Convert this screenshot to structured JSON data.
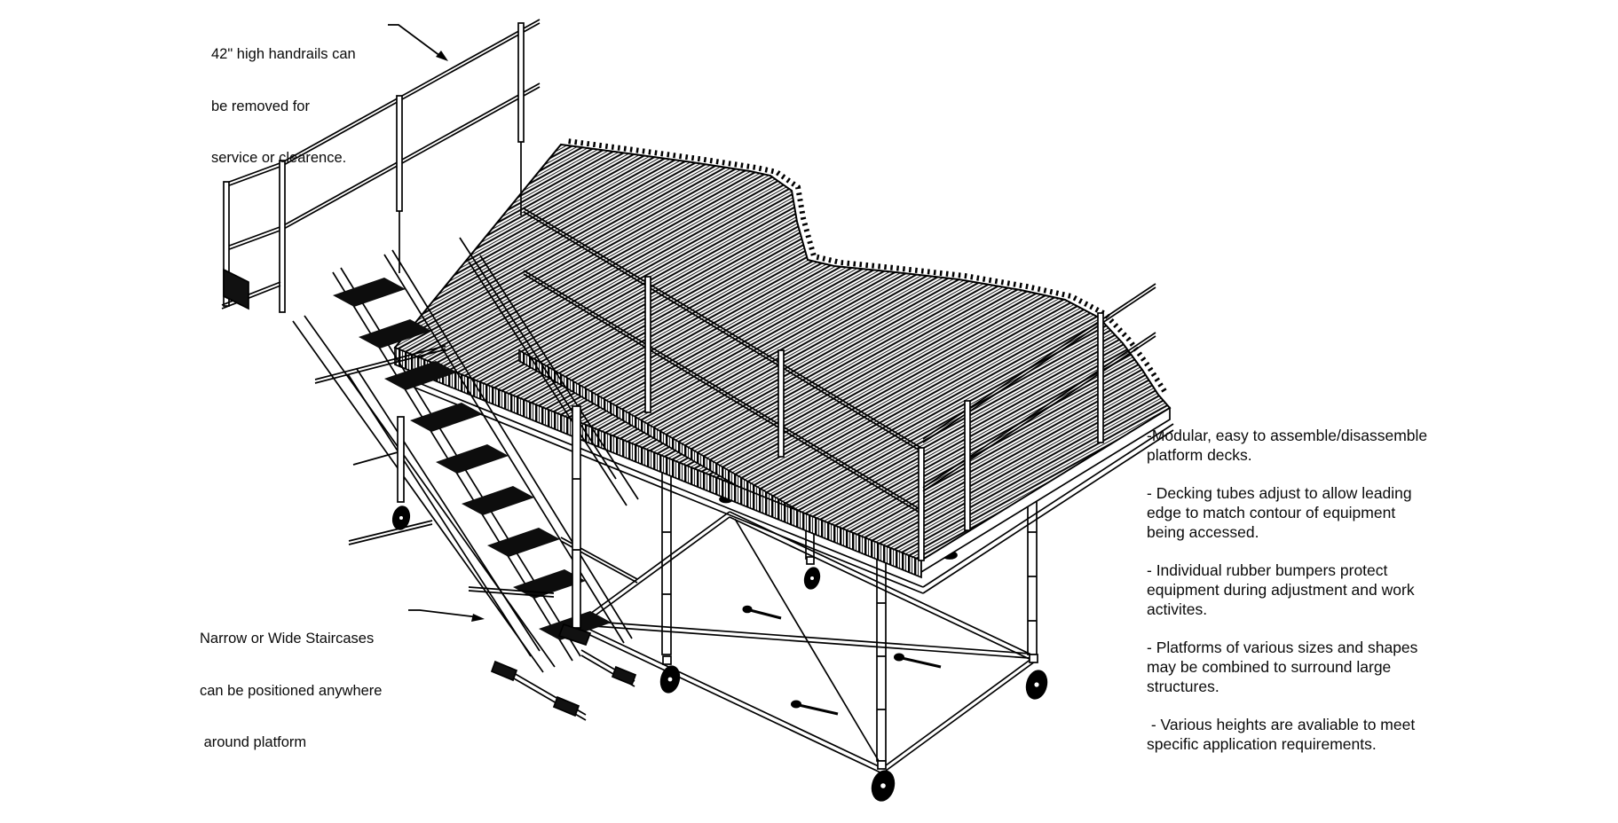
{
  "canvas": {
    "background_color": "#ffffff",
    "line_color": "#000000",
    "drawing_type": "isometric technical line drawing of a modular mobile work platform"
  },
  "callouts": {
    "handrails": {
      "arrow_icon": "leader-arrow-down-right",
      "lines": [
        "42\" high handrails can",
        "be removed for",
        "service or clearence."
      ]
    },
    "staircase": {
      "arrow_icon": "leader-arrow-right",
      "lines": [
        "Narrow or Wide Staircases",
        "can be positioned anywhere",
        " around platform"
      ]
    }
  },
  "features": {
    "paragraphs": [
      [
        "-Modular, easy to assemble/disassemble",
        "platform decks."
      ],
      [
        "- Decking tubes adjust to allow leading",
        "edge to match contour of equipment",
        "being accessed."
      ],
      [
        "- Individual rubber bumpers protect",
        "equipment during adjustment and work",
        "activites."
      ],
      [
        "- Platforms of various sizes and shapes",
        "may be combined to surround large",
        "structures."
      ],
      [
        " - Various heights are avaliable to meet",
        "specific application requirements."
      ]
    ]
  }
}
